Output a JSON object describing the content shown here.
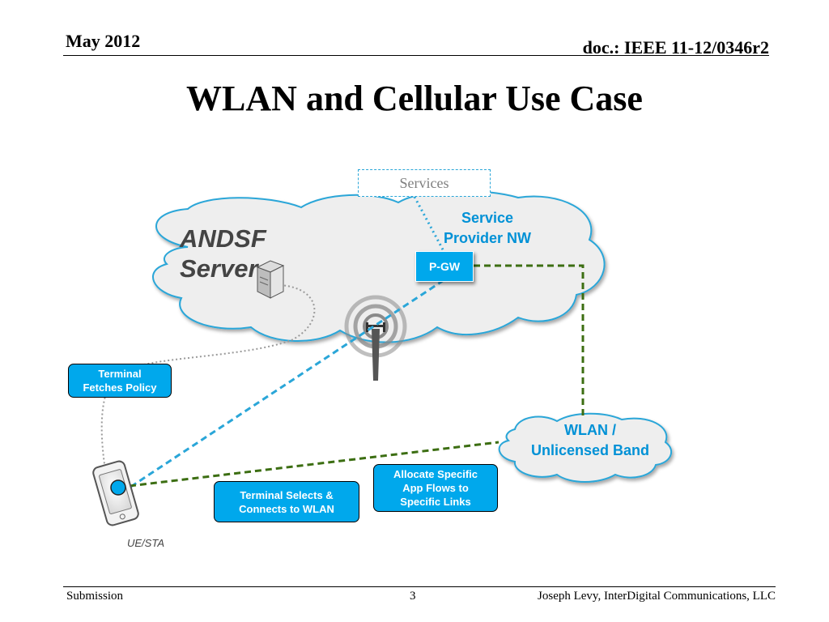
{
  "header": {
    "date": "May 2012",
    "doc_id": "doc.: IEEE 11-12/0346r2"
  },
  "slide": {
    "title": "WLAN and Cellular Use Case"
  },
  "diagram": {
    "services_label": "Services",
    "service_provider_label": "Service\nProvider NW",
    "pgw_label": "P-GW",
    "andsf_label": "ANDSF\nServer",
    "wlan_label": "WLAN /\nUnlicensed Band",
    "ue_label": "UE/STA",
    "callouts": {
      "fetches_policy": "Terminal\nFetches Policy",
      "selects_connects": "Terminal Selects &\nConnects to WLAN",
      "allocate_flows": "Allocate Specific\nApp Flows to\nSpecific Links"
    },
    "colors": {
      "cloud_fill": "#eeeeee",
      "cloud_stroke": "#2aa6d8",
      "accent_blue": "#00a8ec",
      "label_blue": "#0091d6",
      "wlan_link": "#3c6e12",
      "cellular_link": "#2aa6d8",
      "policy_link": "#9a9a9a"
    }
  },
  "footer": {
    "left": "Submission",
    "page_number": "3",
    "right": "Joseph Levy, InterDigital Communications, LLC"
  }
}
